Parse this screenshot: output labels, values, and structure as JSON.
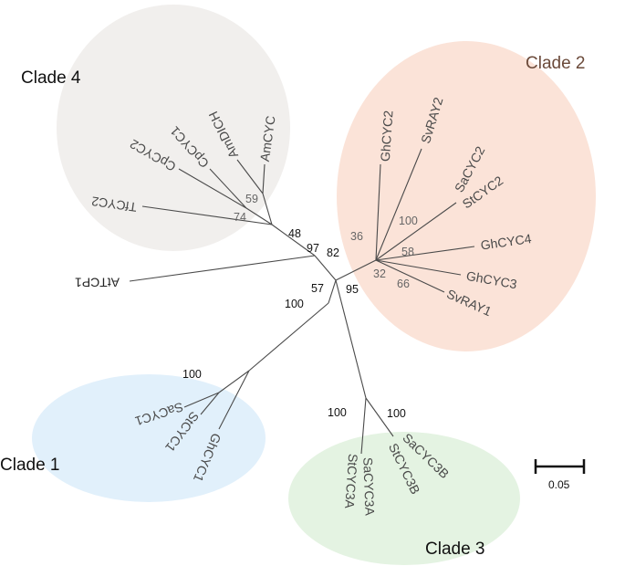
{
  "clades": [
    {
      "key": "c4",
      "label": "Clade 4",
      "color": "#f1efed"
    },
    {
      "key": "c2",
      "label": "Clade 2",
      "color": "#fbe3d8"
    },
    {
      "key": "c1",
      "label": "Clade 1",
      "color": "#e1f0fb"
    },
    {
      "key": "c3",
      "label": "Clade 3",
      "color": "#e4f3e2"
    }
  ],
  "taxa": {
    "AtTCP1": "AtTCP1",
    "TfCYC2": "TfCYC2",
    "CpCYC2": "CpCYC2",
    "CpCYC1": "CpCYC1",
    "AmDICH": "AmDICH",
    "AmCYC": "AmCYC",
    "GhCYC2": "GhCYC2",
    "SvRAY2": "SvRAY2",
    "SaCYC2": "SaCYC2",
    "StCYC2": "StCYC2",
    "GhCYC4": "GhCYC4",
    "GhCYC3": "GhCYC3",
    "SvRAY1": "SvRAY1",
    "SaCYC1": "SaCYC1",
    "StCYC1": "StCYC1",
    "GhCYC1": "GhCYC1",
    "StCYC3A": "StCYC3A",
    "SaCYC3A": "SaCYC3A",
    "StCYC3B": "StCYC3B",
    "SaCYC3B": "SaCYC3B"
  },
  "bootstrap": {
    "amcyc_59": "59",
    "cpcyc_74": "74",
    "clade4_48": "48",
    "node_97": "97",
    "node_82": "82",
    "node_57": "57",
    "node_95": "95",
    "clade1_stem_100": "100",
    "clade1_inner_100": "100",
    "ghcyc2_36": "36",
    "sacyc2_100": "100",
    "ghcyc4_58": "58",
    "ghcyc3_32": "32",
    "svray1_66": "66",
    "cyc3a_100": "100",
    "cyc3b_100": "100"
  },
  "scale_bar": {
    "label": "0.05"
  }
}
